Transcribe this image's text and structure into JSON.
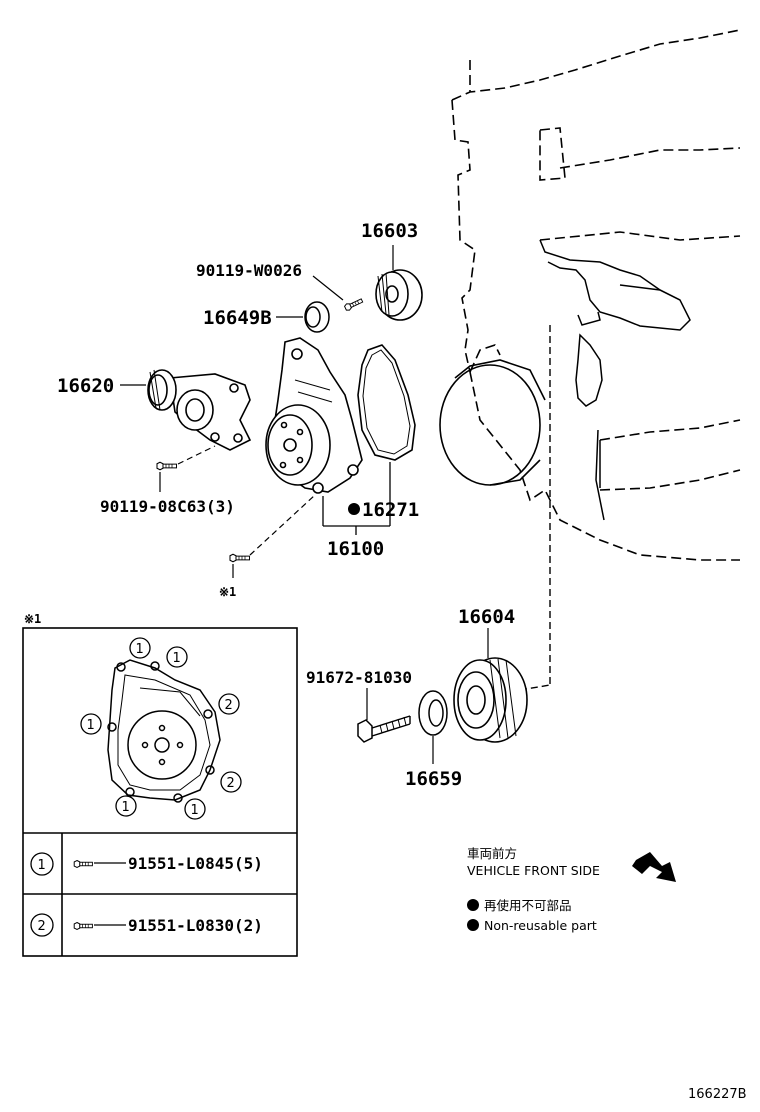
{
  "parts": {
    "p16603": "16603",
    "p90119w": "90119-W0026",
    "p16649b": "16649B",
    "p16620": "16620",
    "p9011908": "90119-08C63(3)",
    "p16271": "16271",
    "p16100": "16100",
    "ref_mark": "※1",
    "p16604": "16604",
    "p91672": "91672-81030",
    "p16659": "16659"
  },
  "detail": {
    "title": "※1",
    "circle_one": "1",
    "circle_two": "2",
    "rows": [
      {
        "marker": "1",
        "part": "91551-L0845(5)"
      },
      {
        "marker": "2",
        "part": "91551-L0830(2)"
      }
    ]
  },
  "legend": {
    "front_jp": "車両前方",
    "front_en": "VEHICLE FRONT SIDE",
    "nonreuse_jp": "再使用不可部品",
    "nonreuse_en": "Non-reusable part"
  },
  "diagram_id": "166227B",
  "icons": {
    "arrow": "front-arrow-icon",
    "dot": "non-reusable-dot-icon"
  }
}
